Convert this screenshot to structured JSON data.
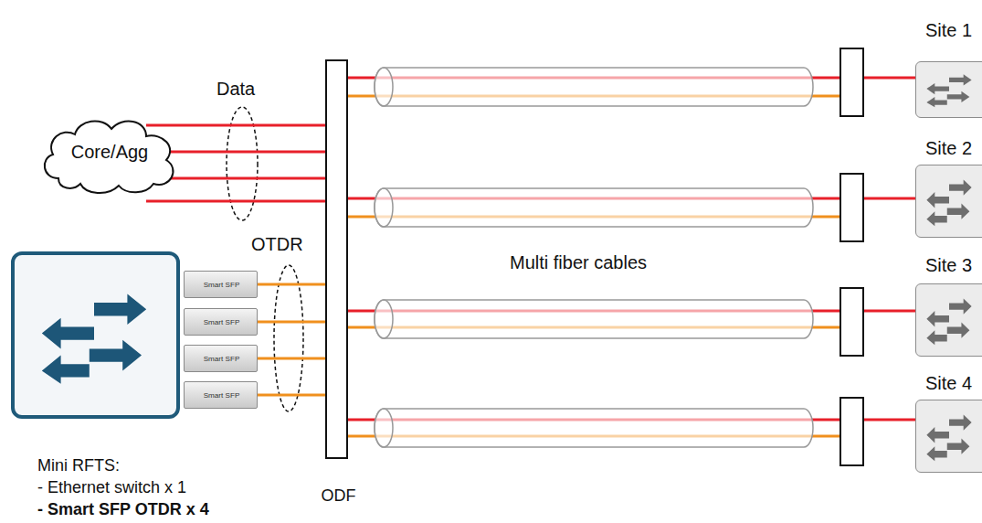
{
  "diagram": {
    "nodes": [
      {
        "text": [
          "Core/Agg"
        ]
      },
      {
        "text": [
          "Mini RFTS:",
          "- Ethernet switch x 1",
          "- Smart SFP OTDR x 4"
        ]
      },
      {
        "text": [
          "Smart SFP"
        ],
        "in": 1
      },
      {
        "text": [
          "Smart SFP"
        ],
        "in": 1
      },
      {
        "text": [
          "Smart SFP"
        ],
        "in": 1
      },
      {
        "text": [
          "Smart SFP"
        ],
        "in": 1
      },
      {
        "text": [
          "ODF"
        ]
      },
      {
        "text": [
          "Site 1"
        ]
      },
      {
        "text": [
          "Site 2"
        ]
      },
      {
        "text": [
          "Site 3"
        ]
      },
      {
        "text": [
          "Site 4"
        ]
      }
    ],
    "edges": [
      {
        "from": 0,
        "to": 6,
        "arrow": "none"
      },
      {
        "from": 0,
        "to": 6,
        "arrow": "none"
      },
      {
        "from": 0,
        "to": 6,
        "arrow": "none"
      },
      {
        "from": 0,
        "to": 6,
        "arrow": "none"
      },
      {
        "from": 2,
        "to": 6,
        "arrow": "none"
      },
      {
        "from": 3,
        "to": 6,
        "arrow": "none"
      },
      {
        "from": 4,
        "to": 6,
        "arrow": "none"
      },
      {
        "from": 5,
        "to": 6,
        "arrow": "none"
      },
      {
        "from": 6,
        "to": 7,
        "arrow": "none"
      },
      {
        "from": 6,
        "to": 8,
        "arrow": "none"
      },
      {
        "from": 6,
        "to": 9,
        "arrow": "none"
      },
      {
        "from": 6,
        "to": 10,
        "arrow": "none"
      }
    ],
    "labels": [
      "Data",
      "OTDR",
      "Multi fiber cables"
    ]
  }
}
